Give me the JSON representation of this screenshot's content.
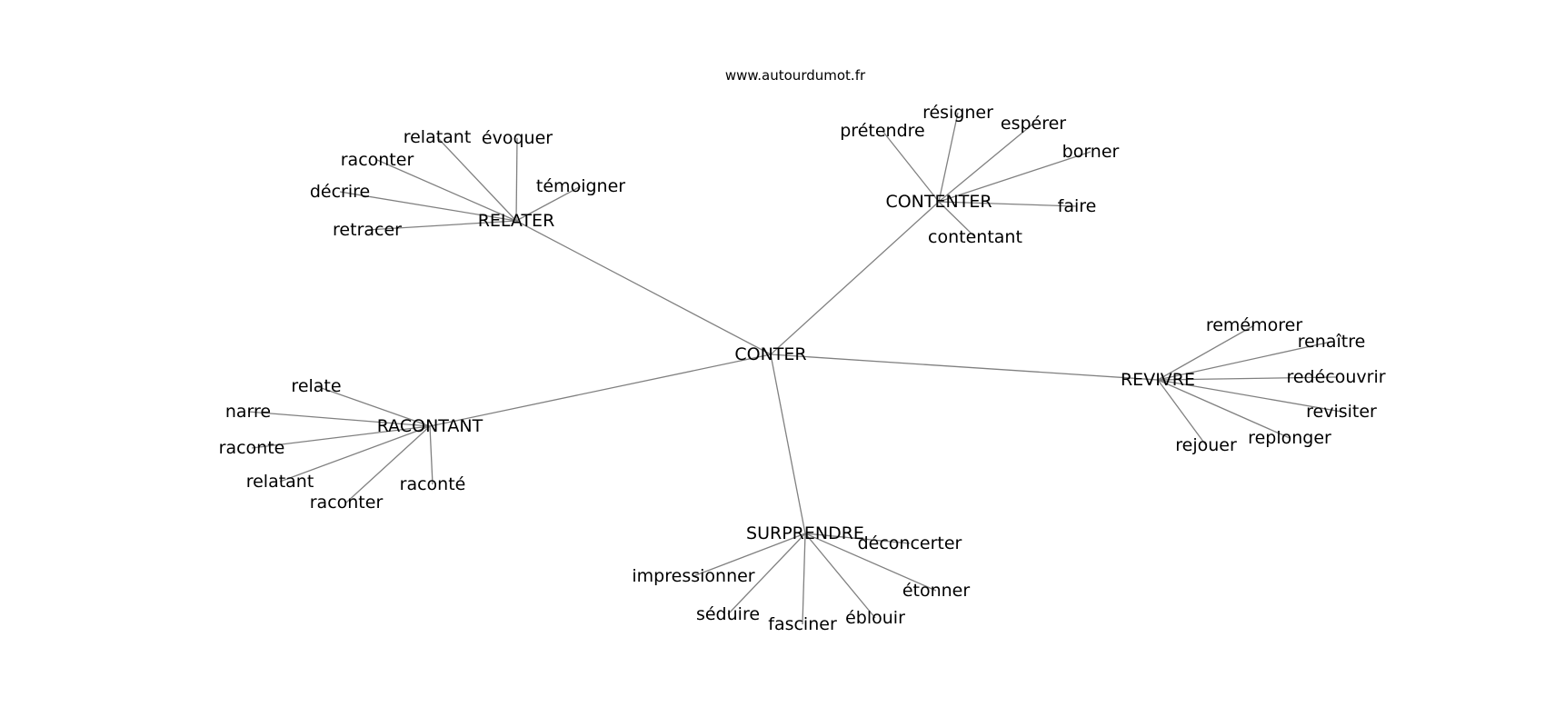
{
  "source": "www.autourdumot.fr",
  "colors": {
    "edge": "#808080",
    "text": "#000000",
    "background": "#ffffff"
  },
  "graph": {
    "center": "CONTER",
    "hubs": [
      {
        "id": "relater",
        "label": "RELATER",
        "words": [
          "relatant",
          "évoquer",
          "raconter",
          "témoigner",
          "décrire",
          "retracer"
        ]
      },
      {
        "id": "contenter",
        "label": "CONTENTER",
        "words": [
          "résigner",
          "prétendre",
          "espérer",
          "borner",
          "faire",
          "contentant"
        ]
      },
      {
        "id": "revivre",
        "label": "REVIVRE",
        "words": [
          "remémorer",
          "renaître",
          "redécouvrir",
          "revisiter",
          "replonger",
          "rejouer"
        ]
      },
      {
        "id": "racontant",
        "label": "RACONTANT",
        "words": [
          "relate",
          "narre",
          "raconte",
          "relatant",
          "raconter",
          "raconté"
        ]
      },
      {
        "id": "surprendre",
        "label": "SURPRENDRE",
        "words": [
          "déconcerter",
          "impressionner",
          "étonner",
          "séduire",
          "fasciner",
          "éblouir"
        ]
      }
    ]
  }
}
